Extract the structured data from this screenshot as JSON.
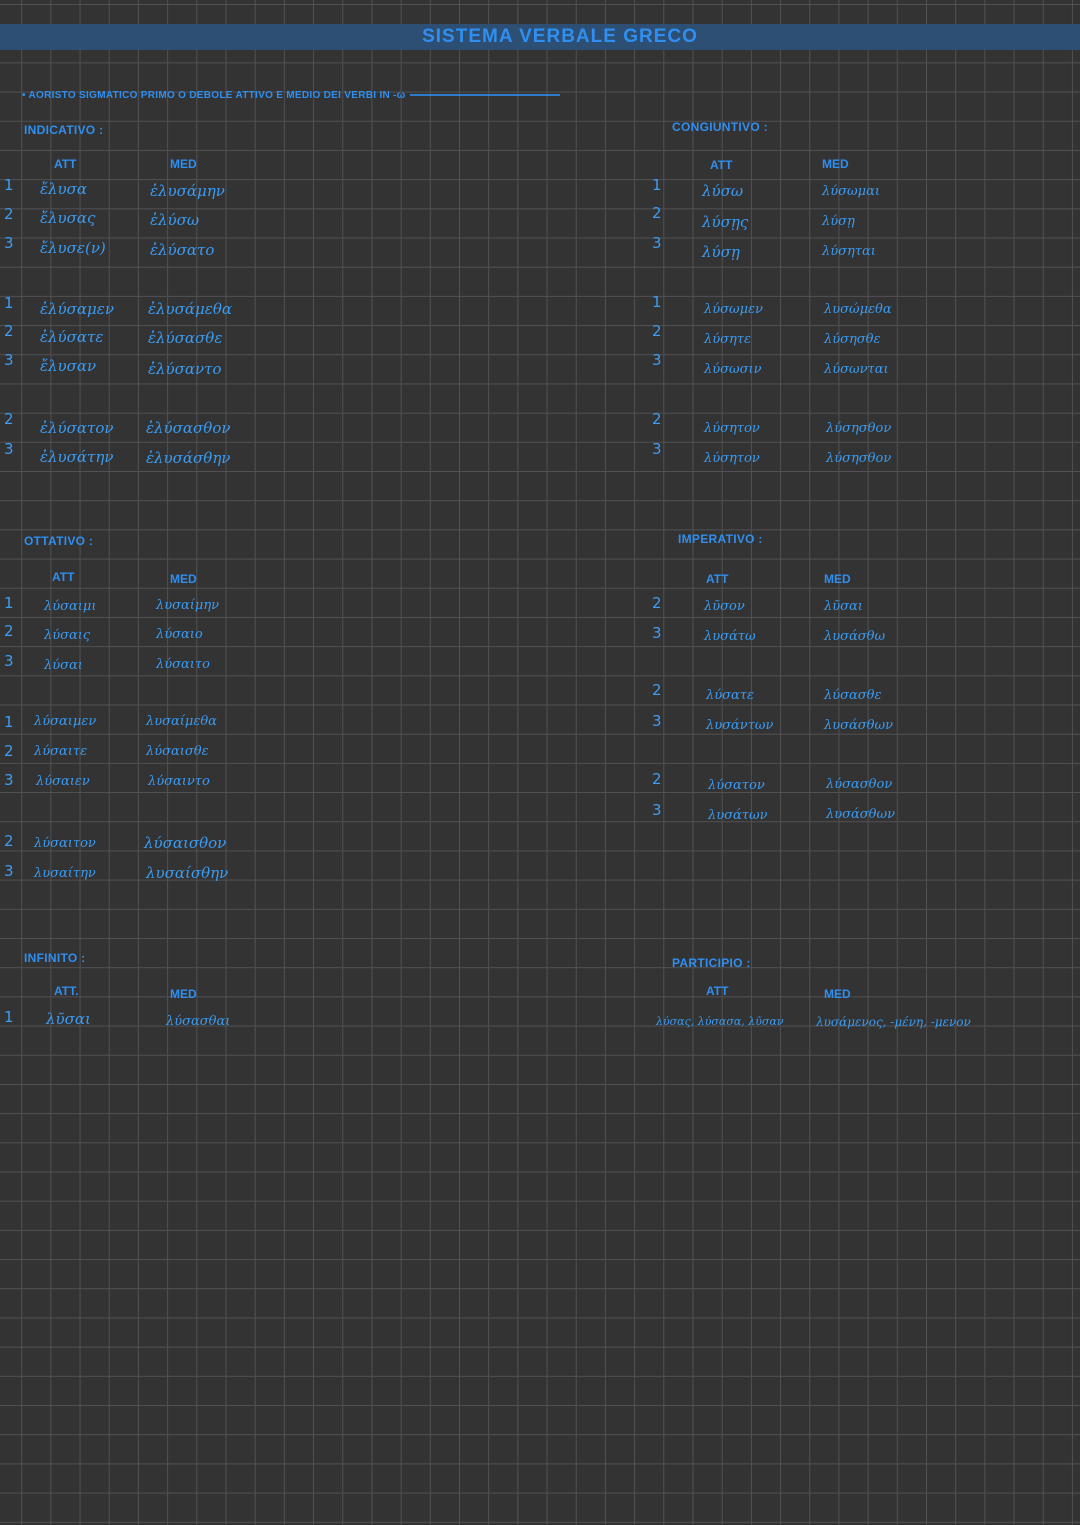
{
  "title": "SISTEMA VERBALE GRECO",
  "subtitle": "• AORISTO SIGMATICO PRIMO O DEBOLE ATTIVO E MEDIO DEI VERBI IN -ω",
  "col_labels": {
    "att": "ATT",
    "med": "MED",
    "att_dot": "ATT."
  },
  "indicativo": {
    "heading": "INDICATIVO :",
    "groups": [
      {
        "nums": [
          "1",
          "2",
          "3"
        ],
        "att": [
          "ἔλυσα",
          "ἔλυσας",
          "ἔλυσε(ν)"
        ],
        "med": [
          "ἐλυσάμην",
          "ἐλύσω",
          "ἐλύσατο"
        ]
      },
      {
        "nums": [
          "1",
          "2",
          "3"
        ],
        "att": [
          "ἐλύσαμεν",
          "ἐλύσατε",
          "ἔλυσαν"
        ],
        "med": [
          "ἐλυσάμεθα",
          "ἐλύσασθε",
          "ἐλύσαντο"
        ]
      },
      {
        "nums": [
          "2",
          "3"
        ],
        "att": [
          "ἐλύσατον",
          "ἐλυσάτην"
        ],
        "med": [
          "ἐλύσασθον",
          "ἐλυσάσθην"
        ]
      }
    ]
  },
  "congiuntivo": {
    "heading": "CONGIUNTIVO :",
    "groups": [
      {
        "nums": [
          "1",
          "2",
          "3"
        ],
        "att": [
          "λύσω",
          "λύσῃς",
          "λύσῃ"
        ],
        "med": [
          "λύσωμαι",
          "λύσῃ",
          "λύσηται"
        ]
      },
      {
        "nums": [
          "1",
          "2",
          "3"
        ],
        "att": [
          "λύσωμεν",
          "λύσητε",
          "λύσωσιν"
        ],
        "med": [
          "λυσώμεθα",
          "λύσησθε",
          "λύσωνται"
        ]
      },
      {
        "nums": [
          "2",
          "3"
        ],
        "att": [
          "λύσητον",
          "λύσητον"
        ],
        "med": [
          "λύσησθον",
          "λύσησθον"
        ]
      }
    ]
  },
  "ottativo": {
    "heading": "OTTATIVO :",
    "groups": [
      {
        "nums": [
          "1",
          "2",
          "3"
        ],
        "att": [
          "λύσαιμι",
          "λύσαις",
          "λύσαι"
        ],
        "med": [
          "λυσαίμην",
          "λύσαιο",
          "λύσαιτο"
        ]
      },
      {
        "nums": [
          "1",
          "2",
          "3"
        ],
        "att": [
          "λύσαιμεν",
          "λύσαιτε",
          "λύσαιεν"
        ],
        "med": [
          "λυσαίμεθα",
          "λύσαισθε",
          "λύσαιντο"
        ]
      },
      {
        "nums": [
          "2",
          "3"
        ],
        "att": [
          "λύσαιτον",
          "λυσαίτην"
        ],
        "med": [
          "λύσαισθον",
          "λυσαίσθην"
        ]
      }
    ]
  },
  "imperativo": {
    "heading": "IMPERATIVO :",
    "groups": [
      {
        "nums": [
          "2",
          "3"
        ],
        "att": [
          "λῦσον",
          "λυσάτω"
        ],
        "med": [
          "λῦσαι",
          "λυσάσθω"
        ]
      },
      {
        "nums": [
          "2",
          "3"
        ],
        "att": [
          "λύσατε",
          "λυσάντων"
        ],
        "med": [
          "λύσασθε",
          "λυσάσθων"
        ]
      },
      {
        "nums": [
          "2",
          "3"
        ],
        "att": [
          "λύσατον",
          "λυσάτων"
        ],
        "med": [
          "λύσασθον",
          "λυσάσθων"
        ]
      }
    ]
  },
  "infinito": {
    "heading": "INFINITO :",
    "num": "1",
    "att": "λῦσαι",
    "med": "λύσασθαι"
  },
  "participio": {
    "heading": "PARTICIPIO :",
    "att": "λύσας, λύσασα, λῦσαν",
    "med": "λυσάμενος, -μένη, -μενον"
  }
}
